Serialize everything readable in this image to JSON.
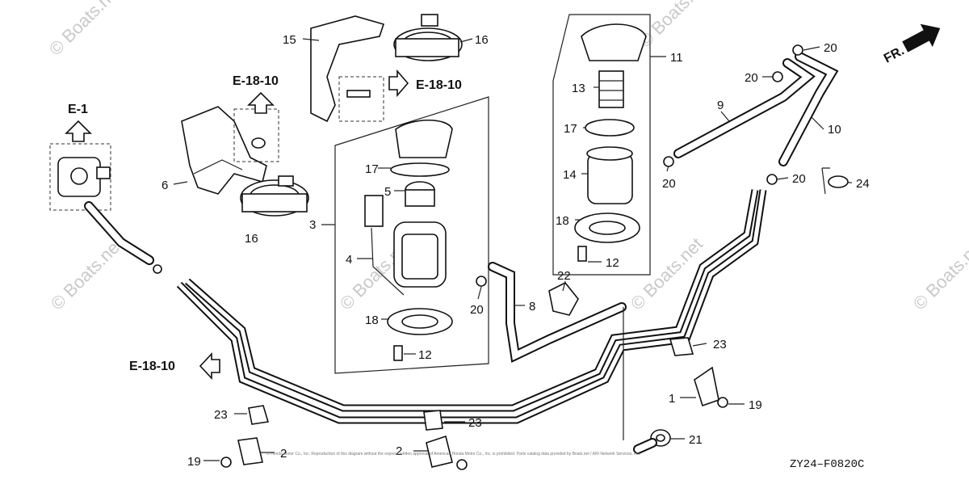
{
  "watermark": "© Boats.net",
  "diagram_code": "ZY24–F0820C",
  "direction_label": "FR.",
  "reference_arrows": [
    "E-1",
    "E-18-10",
    "E-18-10",
    "E-18-10"
  ],
  "callouts": [
    "1",
    "2",
    "2",
    "3",
    "4",
    "5",
    "6",
    "8",
    "9",
    "10",
    "11",
    "12",
    "12",
    "13",
    "14",
    "15",
    "16",
    "16",
    "17",
    "17",
    "18",
    "18",
    "19",
    "19",
    "20",
    "20",
    "20",
    "20",
    "20",
    "21",
    "22",
    "23",
    "23",
    "23",
    "24"
  ],
  "footer_text": "© Honda Motor Co., Inc. Reproduction of this diagram without the express written approval of American Honda Motor Co., Inc. is prohibited. Parts catalog data provided by Boats.net / ARI Network Services, Inc."
}
